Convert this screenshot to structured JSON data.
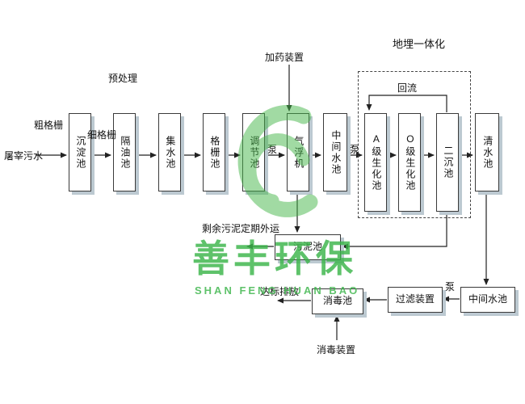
{
  "diagram": {
    "influent": "屠宰污水",
    "coarse_screen": "粗格栅",
    "fine_screen": "细格栅",
    "pretreatment": "预处理",
    "dosing_device": "加药装置",
    "buried_system": "地埋一体化",
    "reflux": "回流",
    "sludge_note": "剩余污泥定期外运",
    "discharge": "达标排放",
    "disinfection_device": "消毒装置"
  },
  "pumps": [
    "泵",
    "泵",
    "泵"
  ],
  "process_boxes": [
    {
      "label": "沉淀池"
    },
    {
      "label": "隔油池"
    },
    {
      "label": "集水池"
    },
    {
      "label": "格栅池"
    },
    {
      "label": "调节池"
    },
    {
      "label": "气浮机"
    },
    {
      "label": "中间水池"
    },
    {
      "label": "A级生化池"
    },
    {
      "label": "O级生化池"
    },
    {
      "label": "二沉池"
    },
    {
      "label": "清水池"
    }
  ],
  "secondary_boxes": [
    {
      "label": "污泥池"
    },
    {
      "label": "中间水池"
    },
    {
      "label": "过滤装置"
    },
    {
      "label": "消毒池"
    }
  ],
  "watermark": {
    "brand_cn": "善丰环保",
    "brand_en": "SHAN FENG HUAN BAO",
    "color": "#3bb54a"
  }
}
